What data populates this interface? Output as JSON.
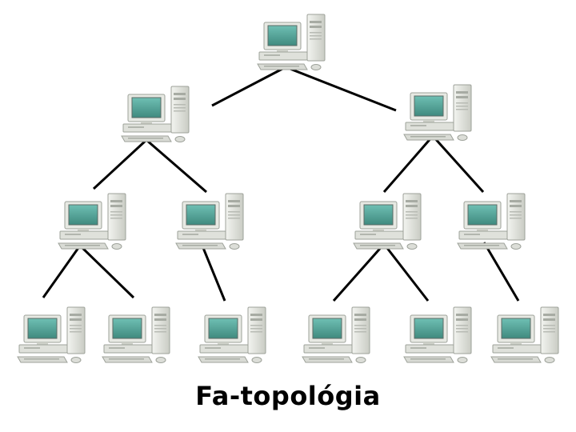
{
  "diagram": {
    "title": "Fa-topológia",
    "node_icon": "desktop-computer-icon",
    "nodes": [
      {
        "id": "root"
      },
      {
        "id": "l1-left"
      },
      {
        "id": "l1-right"
      },
      {
        "id": "l2-1"
      },
      {
        "id": "l2-2"
      },
      {
        "id": "l2-3"
      },
      {
        "id": "l2-4"
      },
      {
        "id": "l3-1"
      },
      {
        "id": "l3-2"
      },
      {
        "id": "l3-3"
      },
      {
        "id": "l3-4"
      },
      {
        "id": "l3-5"
      },
      {
        "id": "l3-6"
      }
    ],
    "edges": [
      [
        "root",
        "l1-left"
      ],
      [
        "root",
        "l1-right"
      ],
      [
        "l1-left",
        "l2-1"
      ],
      [
        "l1-left",
        "l2-2"
      ],
      [
        "l1-right",
        "l2-3"
      ],
      [
        "l1-right",
        "l2-4"
      ],
      [
        "l2-1",
        "l3-1"
      ],
      [
        "l2-1",
        "l3-2"
      ],
      [
        "l2-2",
        "l3-3"
      ],
      [
        "l2-3",
        "l3-4"
      ],
      [
        "l2-3",
        "l3-5"
      ],
      [
        "l2-4",
        "l3-6"
      ]
    ],
    "colors": {
      "line": "#000000",
      "screen": "#4f9e92",
      "case": "#e4e6e0",
      "case_shade": "#b9bdb5",
      "background": "#ffffff"
    }
  }
}
